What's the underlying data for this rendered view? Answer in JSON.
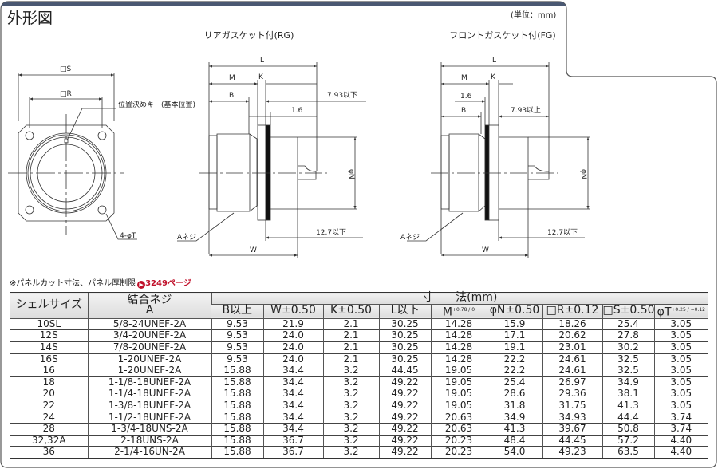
{
  "title": "外形図",
  "unit": "(単位：mm)",
  "views": {
    "rg_title": "リアガスケット付(RG)",
    "fg_title": "フロントガスケット付(FG)"
  },
  "front_view": {
    "S": "□S",
    "R": "□R",
    "key": "位置決めキー(基本位置)",
    "holes": "4-φT"
  },
  "rg": {
    "L": "L",
    "M": "M",
    "K": "K",
    "B": "B",
    "d793": "7.93以下",
    "d16": "1.6",
    "N": "φN",
    "d127": "12.7以下",
    "W": "W",
    "A": "Aネジ"
  },
  "fg": {
    "L": "L",
    "M": "M",
    "K": "K",
    "B": "B",
    "d793": "7.93以上",
    "d16": "1.6",
    "N": "φN",
    "d127": "12.7以下",
    "W": "W",
    "A": "Aネジ"
  },
  "note": {
    "text": "※パネルカット寸法、パネル厚制限",
    "link": "3249ページ"
  },
  "table": {
    "h_shell": "シェルサイズ",
    "h_thread": "結合ネジ",
    "h_thread_sub": "A",
    "h_dim": "寸　　法(mm)",
    "columns": [
      "B以上",
      "W±0.50",
      "K±0.50",
      "L以下",
      "M",
      "φN±0.50",
      "□R±0.12",
      "□S±0.50",
      "φT"
    ],
    "m_tol": "+0.78 / 0",
    "t_tol": "+0.25 / −0.12",
    "rows": [
      [
        "10SL",
        "5/8-24UNEF-2A",
        "9.53",
        "21.9",
        "2.1",
        "30.25",
        "14.28",
        "15.9",
        "18.26",
        "25.4",
        "3.05"
      ],
      [
        "12S",
        "3/4-20UNEF-2A",
        "9.53",
        "24.0",
        "2.1",
        "30.25",
        "14.28",
        "17.1",
        "20.62",
        "27.8",
        "3.05"
      ],
      [
        "14S",
        "7/8-20UNEF-2A",
        "9.53",
        "24.0",
        "2.1",
        "30.25",
        "14.28",
        "19.1",
        "23.01",
        "30.2",
        "3.05"
      ],
      [
        "16S",
        "1-20UNEF-2A",
        "9.53",
        "24.0",
        "2.1",
        "30.25",
        "14.28",
        "22.2",
        "24.61",
        "32.5",
        "3.05"
      ],
      [
        "16",
        "1-20UNEF-2A",
        "15.88",
        "34.4",
        "3.2",
        "44.45",
        "19.05",
        "22.2",
        "24.61",
        "32.5",
        "3.05"
      ],
      [
        "18",
        "1-1/8-18UNEF-2A",
        "15.88",
        "34.4",
        "3.2",
        "49.22",
        "19.05",
        "25.4",
        "26.97",
        "34.9",
        "3.05"
      ],
      [
        "20",
        "1-1/4-18UNEF-2A",
        "15.88",
        "34.4",
        "3.2",
        "49.22",
        "19.05",
        "28.6",
        "29.36",
        "38.1",
        "3.05"
      ],
      [
        "22",
        "1-3/8-18UNEF-2A",
        "15.88",
        "34.4",
        "3.2",
        "49.22",
        "19.05",
        "31.8",
        "31.75",
        "41.3",
        "3.05"
      ],
      [
        "24",
        "1-1/2-18UNEF-2A",
        "15.88",
        "34.4",
        "3.2",
        "49.22",
        "20.63",
        "34.9",
        "34.93",
        "44.4",
        "3.74"
      ],
      [
        "28",
        "1-3/4-18UNS-2A",
        "15.88",
        "34.4",
        "3.2",
        "49.22",
        "20.63",
        "41.3",
        "39.67",
        "50.8",
        "3.74"
      ],
      [
        "32,32A",
        "2-18UNS-2A",
        "15.88",
        "36.7",
        "3.2",
        "49.22",
        "20.23",
        "48.4",
        "44.45",
        "57.2",
        "4.40"
      ],
      [
        "36",
        "2-1/4-16UN-2A",
        "15.88",
        "36.7",
        "3.2",
        "49.22",
        "20.23",
        "54.0",
        "49.23",
        "63.5",
        "4.40"
      ]
    ]
  }
}
